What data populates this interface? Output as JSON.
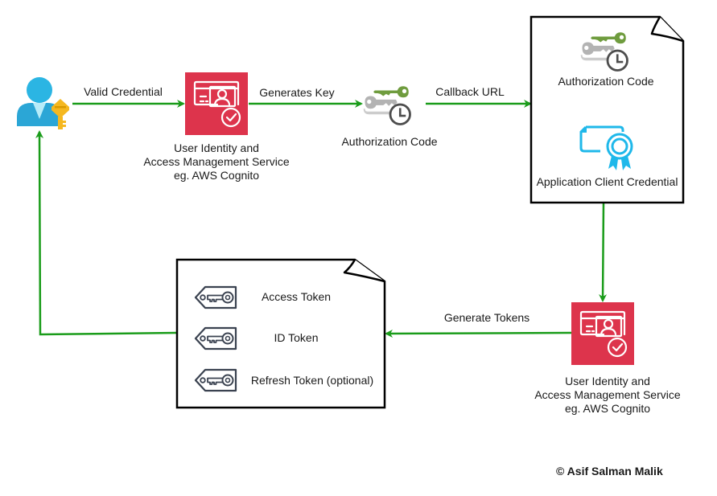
{
  "diagram": {
    "type": "flow",
    "colors": {
      "arrow": "#1a9c1a",
      "cognito_bg": "#dd344c",
      "user_blue": "#2bb5e3",
      "key_yellow": "#f5b820",
      "key_green": "#6f9c3e",
      "key_grey": "#b3b3b3",
      "clock_dark": "#4d4d4d",
      "credential_cyan": "#1fb8ea",
      "token_outline": "#3a4250",
      "doc_border": "#000000"
    },
    "nodes": {
      "user": {
        "icon": "user-with-key-icon"
      },
      "cognito_top": {
        "icon": "identity-access-management-icon",
        "label_lines": [
          "User Identity and",
          "Access Management Service",
          "eg. AWS Cognito"
        ]
      },
      "auth_code": {
        "icon": "authorization-code-key-clock-icon",
        "label": "Authorization Code"
      },
      "client_doc": {
        "items": [
          {
            "icon": "authorization-code-key-clock-icon",
            "label": "Authorization Code"
          },
          {
            "icon": "certificate-credential-icon",
            "label": "Application Client Credential"
          }
        ]
      },
      "cognito_bottom": {
        "icon": "identity-access-management-icon",
        "label_lines": [
          "User Identity and",
          "Access Management Service",
          "eg. AWS Cognito"
        ]
      },
      "tokens_doc": {
        "items": [
          {
            "icon": "key-tag-icon",
            "label": "Access Token"
          },
          {
            "icon": "key-tag-icon",
            "label": "ID Token"
          },
          {
            "icon": "key-tag-icon",
            "label": "Refresh Token (optional)"
          }
        ]
      }
    },
    "edges": [
      {
        "from": "user",
        "to": "cognito_top",
        "label": "Valid Credential"
      },
      {
        "from": "cognito_top",
        "to": "auth_code",
        "label": "Generates Key"
      },
      {
        "from": "auth_code",
        "to": "client_doc",
        "label": "Callback URL"
      },
      {
        "from": "client_doc",
        "to": "cognito_bottom",
        "label": ""
      },
      {
        "from": "cognito_bottom",
        "to": "tokens_doc",
        "label": "Generate Tokens"
      },
      {
        "from": "tokens_doc",
        "to": "user",
        "label": ""
      }
    ],
    "copyright": "© Asif Salman Malik"
  }
}
